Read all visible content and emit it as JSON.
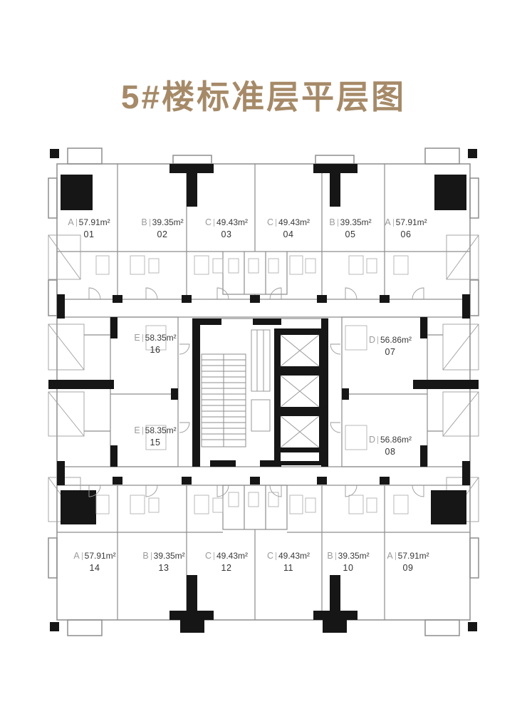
{
  "title": "5#楼标准层平层图",
  "palette": {
    "title_color": "#a68a68",
    "wall_line_color": "#8d8d8d",
    "structure_color": "#161616"
  },
  "units": [
    {
      "type": "A",
      "area": "57.91m²",
      "number": "01"
    },
    {
      "type": "B",
      "area": "39.35m²",
      "number": "02"
    },
    {
      "type": "C",
      "area": "49.43m²",
      "number": "03"
    },
    {
      "type": "C",
      "area": "49.43m²",
      "number": "04"
    },
    {
      "type": "B",
      "area": "39.35m²",
      "number": "05"
    },
    {
      "type": "A",
      "area": "57.91m²",
      "number": "06"
    },
    {
      "type": "D",
      "area": "56.86m²",
      "number": "07"
    },
    {
      "type": "D",
      "area": "56.86m²",
      "number": "08"
    },
    {
      "type": "A",
      "area": "57.91m²",
      "number": "09"
    },
    {
      "type": "B",
      "area": "39.35m²",
      "number": "10"
    },
    {
      "type": "C",
      "area": "49.43m²",
      "number": "11"
    },
    {
      "type": "C",
      "area": "49.43m²",
      "number": "12"
    },
    {
      "type": "B",
      "area": "39.35m²",
      "number": "13"
    },
    {
      "type": "A",
      "area": "57.91m²",
      "number": "14"
    },
    {
      "type": "E",
      "area": "58.35m²",
      "number": "15"
    },
    {
      "type": "E",
      "area": "58.35m²",
      "number": "16"
    }
  ]
}
